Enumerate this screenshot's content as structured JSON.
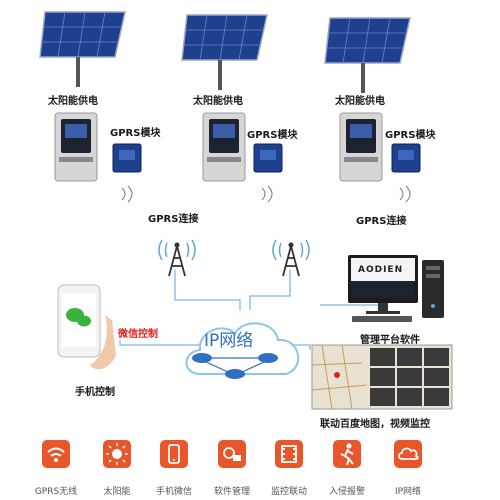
{
  "solar_units": [
    {
      "panel_label": "太阳能供电",
      "module_label": "GPRS模块"
    },
    {
      "panel_label": "太阳能供电",
      "module_label": "GPRS模块"
    },
    {
      "panel_label": "太阳能供电",
      "module_label": "GPRS模块"
    }
  ],
  "gprs_connect_left": "GPRS连接",
  "gprs_connect_right": "GPRS连接",
  "network_label": "IP网络",
  "phone": {
    "wechat_label": "微信控制",
    "control_label": "手机控制"
  },
  "computer": {
    "screen_text": "AODIEN",
    "label": "管理平台软件"
  },
  "monitor_label": "联动百度地图，视频监控",
  "features": [
    {
      "label": "GPRS无线",
      "icon": "wifi-icon"
    },
    {
      "label": "太阳能",
      "icon": "sun-icon"
    },
    {
      "label": "手机微信",
      "icon": "phone-icon"
    },
    {
      "label": "软件管理",
      "icon": "software-icon"
    },
    {
      "label": "监控联动",
      "icon": "film-icon"
    },
    {
      "label": "入侵报警",
      "icon": "intruder-icon"
    },
    {
      "label": "IP网络",
      "icon": "cloud-icon"
    }
  ],
  "colors": {
    "accent": "#e8562b",
    "line": "#8fc3e8",
    "panel": "#1f3f8f"
  }
}
